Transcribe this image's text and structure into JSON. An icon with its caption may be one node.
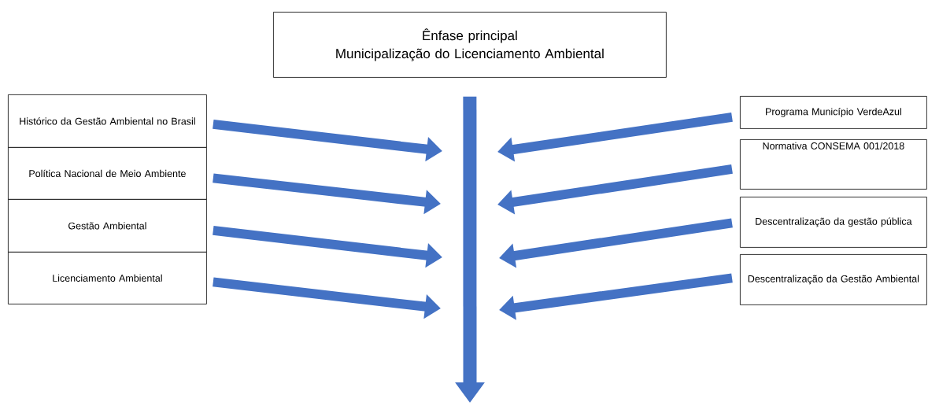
{
  "diagram": {
    "nodes": [
      {
        "text": [
          "Ênfase principal",
          "Municipalização do Licenciamento Ambiental"
        ]
      },
      {
        "text": [
          "Histórico da Gestão Ambiental no Brasil"
        ]
      },
      {
        "text": [
          "Política Nacional de Meio Ambiente"
        ]
      },
      {
        "text": [
          "Gestão Ambiental"
        ]
      },
      {
        "text": [
          "Licenciamento Ambiental"
        ]
      },
      {
        "text": [
          "Programa Município VerdeAzul"
        ]
      },
      {
        "text": [
          "Normativa CONSEMA 001/2018"
        ]
      },
      {
        "text": [
          "Descentralização da gestão pública"
        ]
      },
      {
        "text": [
          "Descentralização da Gestão Ambiental"
        ]
      }
    ],
    "edges": [
      {
        "from": 0,
        "to": null,
        "arrow": "to"
      },
      {
        "from": 1,
        "to": null,
        "arrow": "to"
      },
      {
        "from": 2,
        "to": null,
        "arrow": "to"
      },
      {
        "from": 3,
        "to": null,
        "arrow": "to"
      },
      {
        "from": 4,
        "to": null,
        "arrow": "to"
      },
      {
        "from": 5,
        "to": null,
        "arrow": "to"
      },
      {
        "from": 6,
        "to": null,
        "arrow": "to"
      },
      {
        "from": 7,
        "to": null,
        "arrow": "to"
      },
      {
        "from": 8,
        "to": null,
        "arrow": "to"
      }
    ]
  }
}
